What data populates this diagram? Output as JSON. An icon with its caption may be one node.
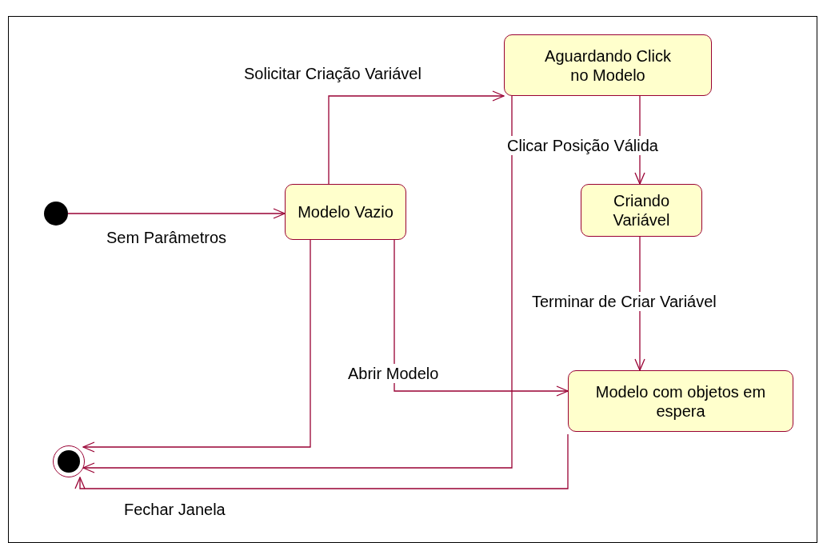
{
  "diagram": {
    "nodes": [
      {
        "text": [],
        "shape": "circle"
      },
      {
        "text": [
          "Modelo Vazio"
        ]
      },
      {
        "text": [
          "Aguardando Click no Modelo"
        ]
      },
      {
        "text": [
          "Criando Variável"
        ]
      },
      {
        "text": [
          "Modelo com objetos em espera"
        ]
      },
      {
        "text": [],
        "shape": "circle"
      }
    ],
    "edges": [
      {
        "from": 0,
        "to": 1,
        "arrow": "to",
        "label": "Sem Parâmetros"
      },
      {
        "from": 1,
        "to": 2,
        "arrow": "to",
        "label": "Solicitar Criação Variável"
      },
      {
        "from": 2,
        "to": 3,
        "arrow": "to",
        "label": "Clicar Posição Válida"
      },
      {
        "from": 3,
        "to": 4,
        "arrow": "to",
        "label": "Terminar de Criar Variável"
      },
      {
        "from": 1,
        "to": 4,
        "arrow": "to",
        "label": "Abrir Modelo"
      },
      {
        "from": 1,
        "to": 5,
        "arrow": "to"
      },
      {
        "from": 2,
        "to": 5,
        "arrow": "to"
      },
      {
        "from": 4,
        "to": 5,
        "arrow": "to",
        "label": "Fechar Janela"
      }
    ]
  }
}
